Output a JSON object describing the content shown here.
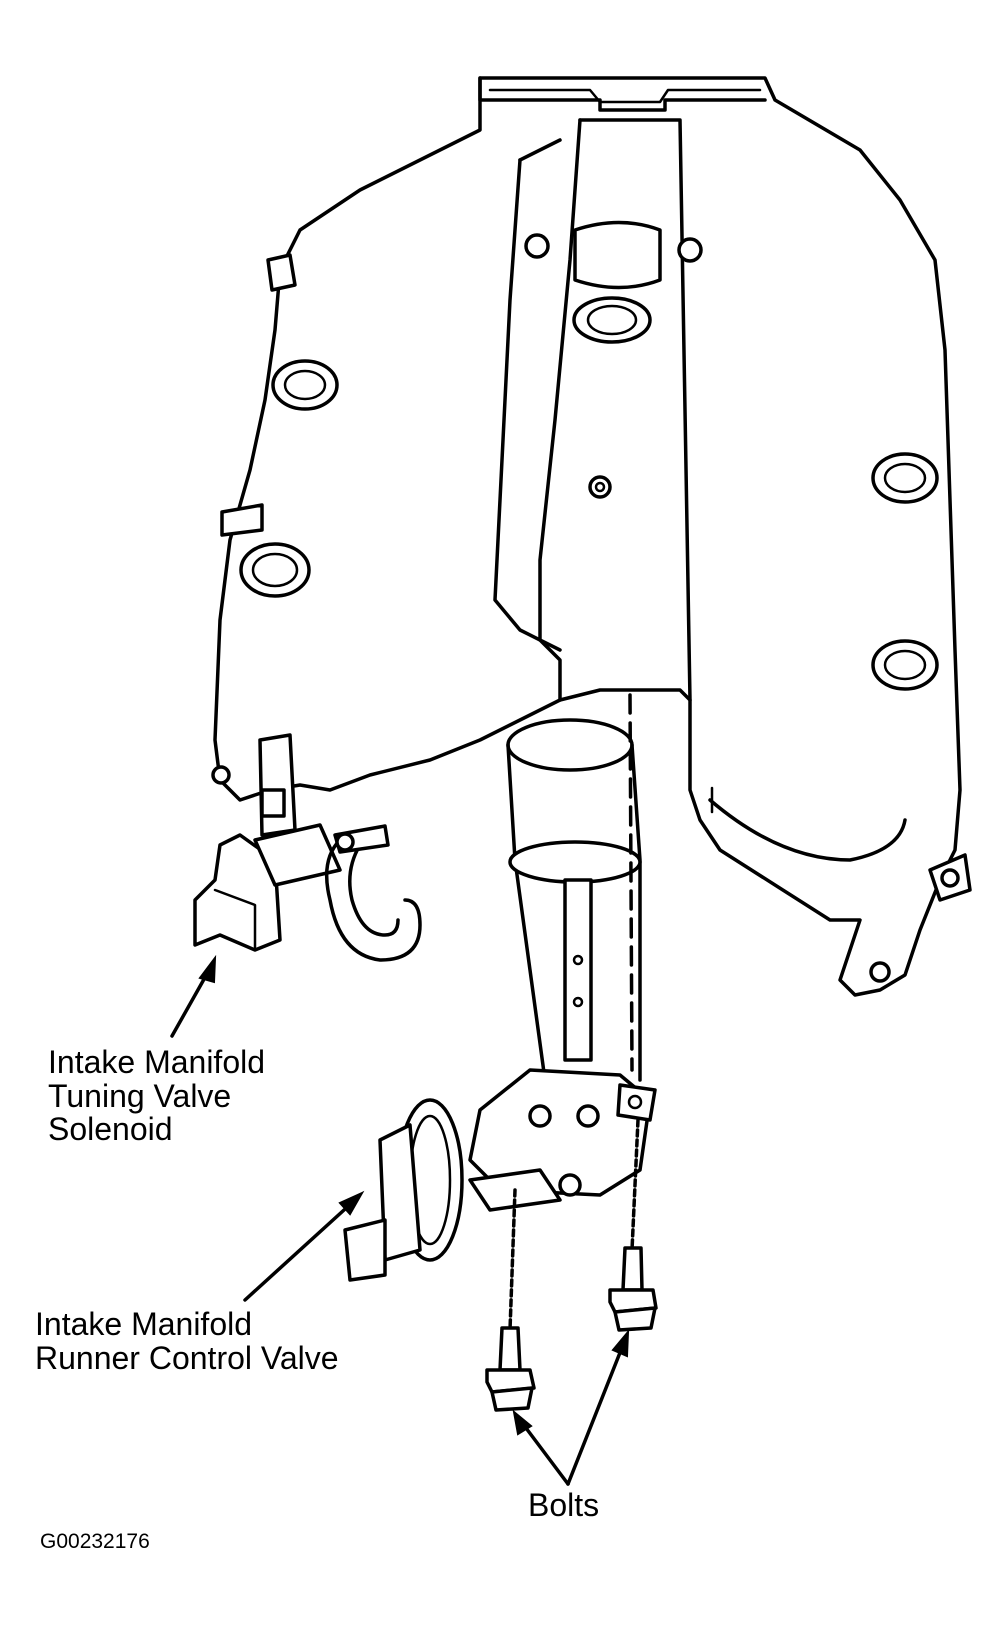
{
  "labels": {
    "solenoid": [
      "Intake Manifold",
      "Tuning Valve",
      "Solenoid"
    ],
    "runner": [
      "Intake Manifold",
      "Runner Control Valve"
    ],
    "bolts": "Bolts",
    "figure_id": "G00232176"
  }
}
